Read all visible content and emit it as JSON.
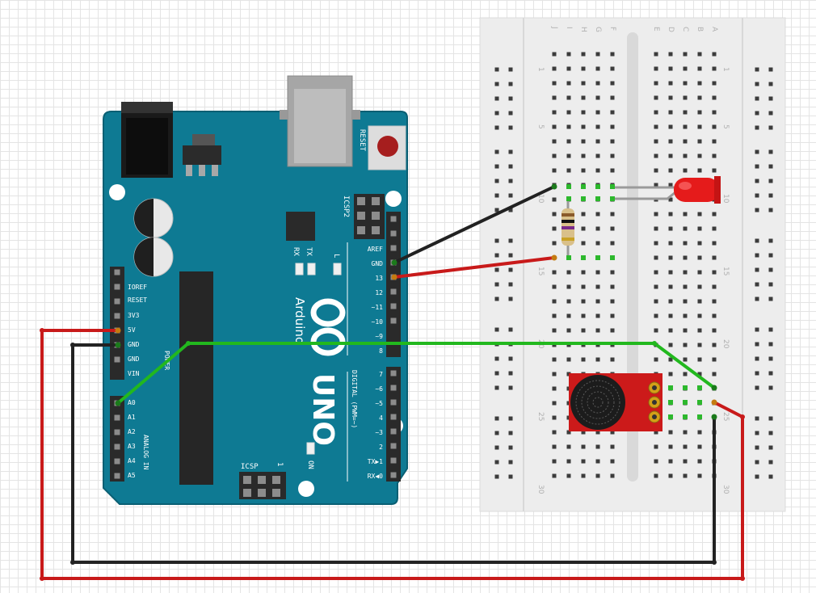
{
  "colors": {
    "board": "#0e7a93",
    "board_edge": "#0a5f73",
    "breadboard": "#ededed",
    "wire_red": "#c81a1a",
    "wire_black": "#222222",
    "wire_green": "#22b81e",
    "led": "#e51b1b",
    "mic_board": "#cc1a1a"
  },
  "arduino": {
    "reset_label": "RESET",
    "icsp2_label": "ICSP2",
    "tx_label": "TX",
    "rx_label": "RX",
    "l_label": "L",
    "brand_label": "Arduino",
    "model_label": "UNO",
    "icsp_label": "ICSP",
    "icsp_pin1": "1",
    "on_label": "ON",
    "digital_section": "DIGITAL (PWM=~)",
    "power_section": "POWER",
    "analog_section": "ANALOG IN",
    "digital_top_pins": [
      "AREF",
      "GND",
      "13",
      "12",
      "~11",
      "~10",
      "~9",
      "8"
    ],
    "digital_bottom_pins": [
      "7",
      "~6",
      "~5",
      "4",
      "~3",
      "2",
      "TX▶1",
      "RX◀0"
    ],
    "power_pins": [
      "IOREF",
      "RESET",
      "3V3",
      "5V",
      "GND",
      "GND",
      "VIN"
    ],
    "analog_pins": [
      "A0",
      "A1",
      "A2",
      "A3",
      "A4",
      "A5"
    ]
  },
  "breadboard": {
    "col_letters_left": [
      "J",
      "I",
      "H",
      "G",
      "F"
    ],
    "col_letters_right": [
      "E",
      "D",
      "C",
      "B",
      "A"
    ],
    "row_numbers": [
      "1",
      "5",
      "10",
      "15",
      "20",
      "25",
      "30"
    ]
  }
}
